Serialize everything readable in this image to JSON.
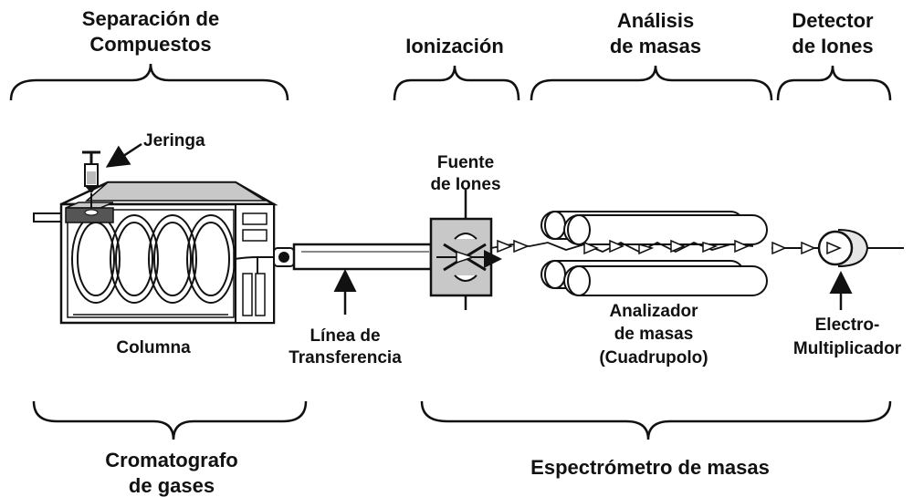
{
  "headers": {
    "separacion": [
      "Separación de",
      "Compuestos"
    ],
    "ionizacion": [
      "Ionización"
    ],
    "analisis": [
      "Análisis",
      "de masas"
    ],
    "detector": [
      "Detector",
      "de Iones"
    ]
  },
  "labels": {
    "jeringa": [
      "Jeringa"
    ],
    "fuente": [
      "Fuente",
      "de Iones"
    ],
    "columna": [
      "Columna"
    ],
    "linea": [
      "Línea de",
      "Transferencia"
    ],
    "analizador": [
      "Analizador",
      "de masas",
      "(Cuadrupolo)"
    ],
    "electro": [
      "Electro-",
      "Multiplicador"
    ]
  },
  "footers": {
    "cromatografo": [
      "Cromatografo",
      "de gases"
    ],
    "espectrometro": [
      "Espectrómetro de masas"
    ]
  },
  "colors": {
    "ink": "#111111",
    "gray_fill": "#c8c8c8",
    "light_fill": "#e6e6e6"
  }
}
